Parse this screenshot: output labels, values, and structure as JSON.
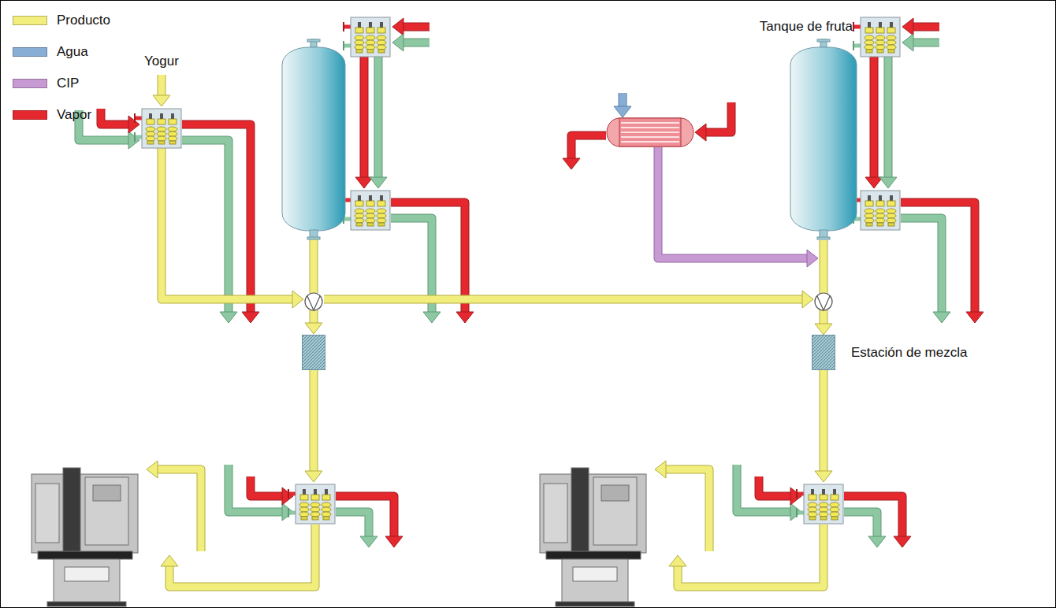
{
  "diagram": {
    "nodes": [
      {
        "text": [
          "Tanque de fruta"
        ]
      },
      {
        "text": [
          "Estación de mezcla"
        ]
      }
    ],
    "edges": [
      {
        "from": 0,
        "to": 1,
        "arrow": "to"
      }
    ],
    "labels": [
      "Yogur"
    ],
    "legend": [
      {
        "text": "Producto",
        "color": "#f2ee7e"
      },
      {
        "text": "Agua",
        "color": "#88aed6"
      },
      {
        "text": "CIP",
        "color": "#c79ad3"
      },
      {
        "text": "Vapor",
        "color": "#e5282e"
      }
    ]
  }
}
